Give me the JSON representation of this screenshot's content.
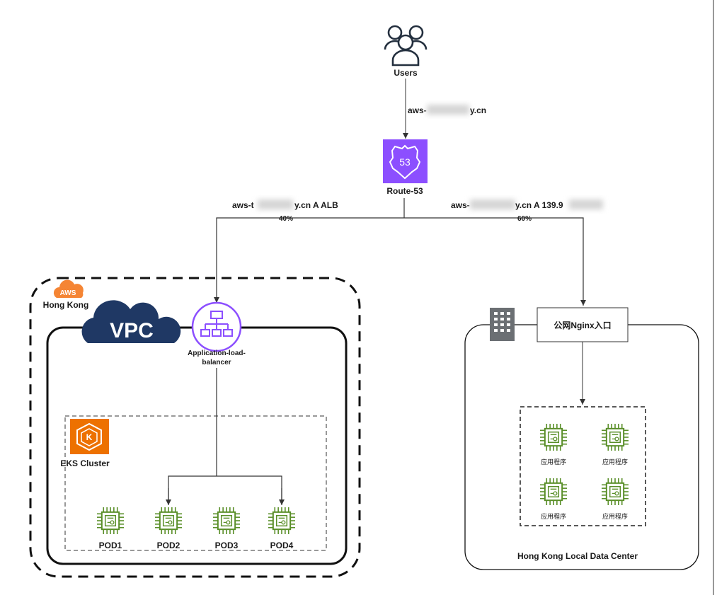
{
  "users": {
    "label": "Users",
    "icon": "users-icon"
  },
  "route53": {
    "label": "Route-53",
    "badge": "53",
    "color": "#8c4fff"
  },
  "dns_query": {
    "prefix": "aws-",
    "suffix": "y.cn"
  },
  "route_left": {
    "prefix": "aws-t",
    "suffix": "y.cn A ALB",
    "weight": "40%",
    "weight_color": "#4a7bd0"
  },
  "route_right": {
    "prefix": "aws-",
    "suffix": "y.cn  A 139.9",
    "weight": "60%",
    "weight_color": "#5a8f29"
  },
  "aws_region": {
    "badge": "AWS",
    "name": "Hong Kong",
    "badge_color": "#f58534"
  },
  "vpc": {
    "label": "VPC",
    "color": "#1f3864"
  },
  "alb": {
    "label_line1": "Application-load-",
    "label_line2": "balancer",
    "color": "#8c4fff"
  },
  "eks": {
    "label": "EKS Cluster",
    "color": "#ed7100"
  },
  "pods": [
    "POD1",
    "POD2",
    "POD3",
    "POD4"
  ],
  "datacenter": {
    "name": "Hong Kong Local Data Center",
    "nginx": "公网Nginx入口",
    "apps": [
      "应用程序",
      "应用程序",
      "应用程序",
      "应用程序"
    ]
  },
  "chip_color": "#5a8f29"
}
